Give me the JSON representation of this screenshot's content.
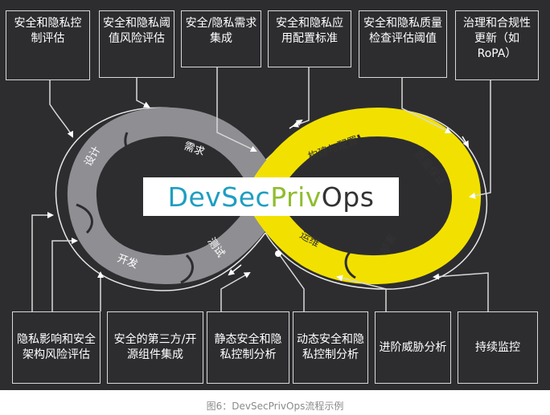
{
  "title": {
    "part1": "DevSec",
    "part2": "Priv",
    "part3": "Ops"
  },
  "top_boxes": [
    "安全和隐私控制评估",
    "安全和隐私阈值风险评估",
    "安全/隐私需求集成",
    "安全和隐私应用配置标准",
    "安全和隐私质量检查评估阈值",
    "治理和合规性更新（如RoPA）"
  ],
  "bottom_boxes": [
    "隐私影响和安全架构风险评估",
    "安全的第三方/开源组件集成",
    "静态安全和隐私控制分析",
    "动态安全和隐私控制分析",
    "进阶威胁分析",
    "持续监控"
  ],
  "loop_labels": {
    "design": "设计",
    "requirements": "需求",
    "develop": "开发",
    "test": "测试",
    "build_config": "构建与配置",
    "quality": "质量保证",
    "operations": "运维",
    "deploy": "部署"
  },
  "caption": "图6：DevSecPrivOps流程示例",
  "colors": {
    "background": "#2d2d30",
    "dev_loop": "#8e8e93",
    "ops_loop": "#f2e100",
    "teal": "#1f9ec1",
    "green": "#8fbd2f"
  }
}
